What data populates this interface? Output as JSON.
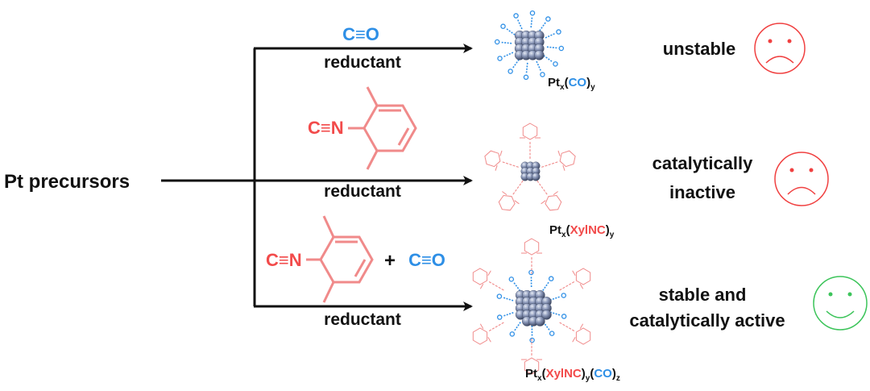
{
  "source_label": "Pt precursors",
  "routes": [
    {
      "reagent": "C≡O",
      "condition": "reductant",
      "product": {
        "prefix": "Pt",
        "sub1": "x",
        "open1": "(",
        "ligand1": "CO",
        "close1": ")",
        "sub2": "y"
      },
      "outcome": [
        "unstable"
      ],
      "face": "sad"
    },
    {
      "reagent": "C≡N",
      "condition": "reductant",
      "product": {
        "prefix": "Pt",
        "sub1": "x",
        "open1": "(",
        "ligand1": "XylNC",
        "close1": ")",
        "sub2": "y"
      },
      "outcome": [
        "catalytically",
        "inactive"
      ],
      "face": "sad"
    },
    {
      "reagent": "C≡N",
      "plus": "+",
      "co_reagent": "C≡O",
      "condition": "reductant",
      "product": {
        "prefix": "Pt",
        "sub1": "x",
        "open1": "(",
        "ligand1": "XylNC",
        "close1": ")",
        "sub2": "y",
        "open2": "(",
        "ligand2": "CO",
        "close2": ")",
        "sub3": "z"
      },
      "outcome": [
        "stable and",
        "catalytically active"
      ],
      "face": "happy"
    }
  ],
  "colors": {
    "co": "#2e8fe6",
    "isocyanide": "#f24b4b",
    "ring": "#f08a8a",
    "sad_face": "#f04040",
    "happy_face": "#3cc45a",
    "cluster": "#8a97b8"
  }
}
